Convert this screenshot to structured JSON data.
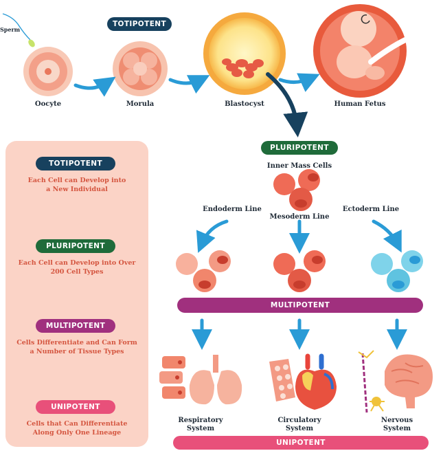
{
  "top": {
    "sperm": "Sperm",
    "oocyte": "Oocyte",
    "morula": "Morula",
    "blastocyst": "Blastocyst",
    "fetus": "Human Fetus",
    "totipotent_badge": "TOTIPOTENT"
  },
  "flow": {
    "pluripotent_badge": "PLURIPOTENT",
    "inner_mass": "Inner Mass Cells",
    "endoderm": "Endoderm Line",
    "mesoderm": "Mesoderm Line",
    "ectoderm": "Ectoderm Line",
    "multipotent_badge": "MULTIPOTENT",
    "respiratory": [
      "Respiratory",
      "System"
    ],
    "circulatory": [
      "Circulatory",
      "System"
    ],
    "nervous": [
      "Nervous",
      "System"
    ],
    "unipotent_badge": "UNIPOTENT"
  },
  "legend": {
    "items": [
      {
        "badge": "TOTIPOTENT",
        "lines": [
          "Each Cell can Develop into",
          "a New Individual"
        ]
      },
      {
        "badge": "PLURIPOTENT",
        "lines": [
          "Each Cell can Develop into Over",
          "200 Cell Types"
        ]
      },
      {
        "badge": "MULTIPOTENT",
        "lines": [
          "Cells Differentiate and Can Form",
          "a Number of Tissue Types"
        ]
      },
      {
        "badge": "UNIPOTENT",
        "lines": [
          "Cells that Can Differentiate",
          "Along Only One Lineage"
        ]
      }
    ]
  },
  "colors": {
    "totipotent": "#17415e",
    "pluripotent": "#1f6b3a",
    "multipotent": "#a0307e",
    "unipotent": "#e8507a",
    "arrow_blue": "#2a9bd6",
    "panel": "#fbd3c6"
  }
}
